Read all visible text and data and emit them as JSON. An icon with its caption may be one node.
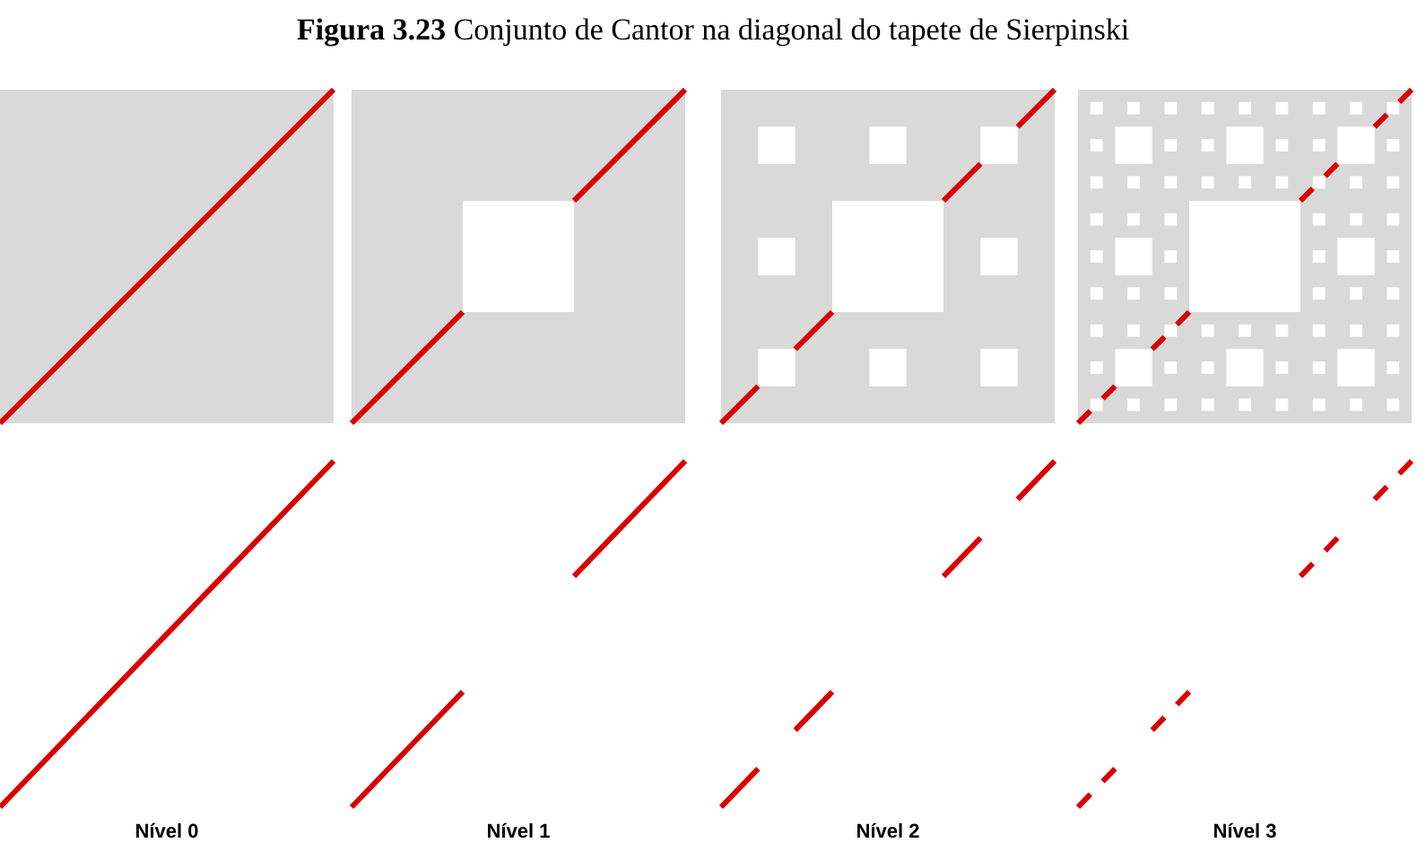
{
  "diagram": {
    "title": "**Figura 3.23** Conjunto de Cantor na diagonal do tapete de Sierpinski",
    "labels": [
      "Nível 0",
      "Nível 1",
      "Nível 2",
      "Nível 3"
    ]
  }
}
